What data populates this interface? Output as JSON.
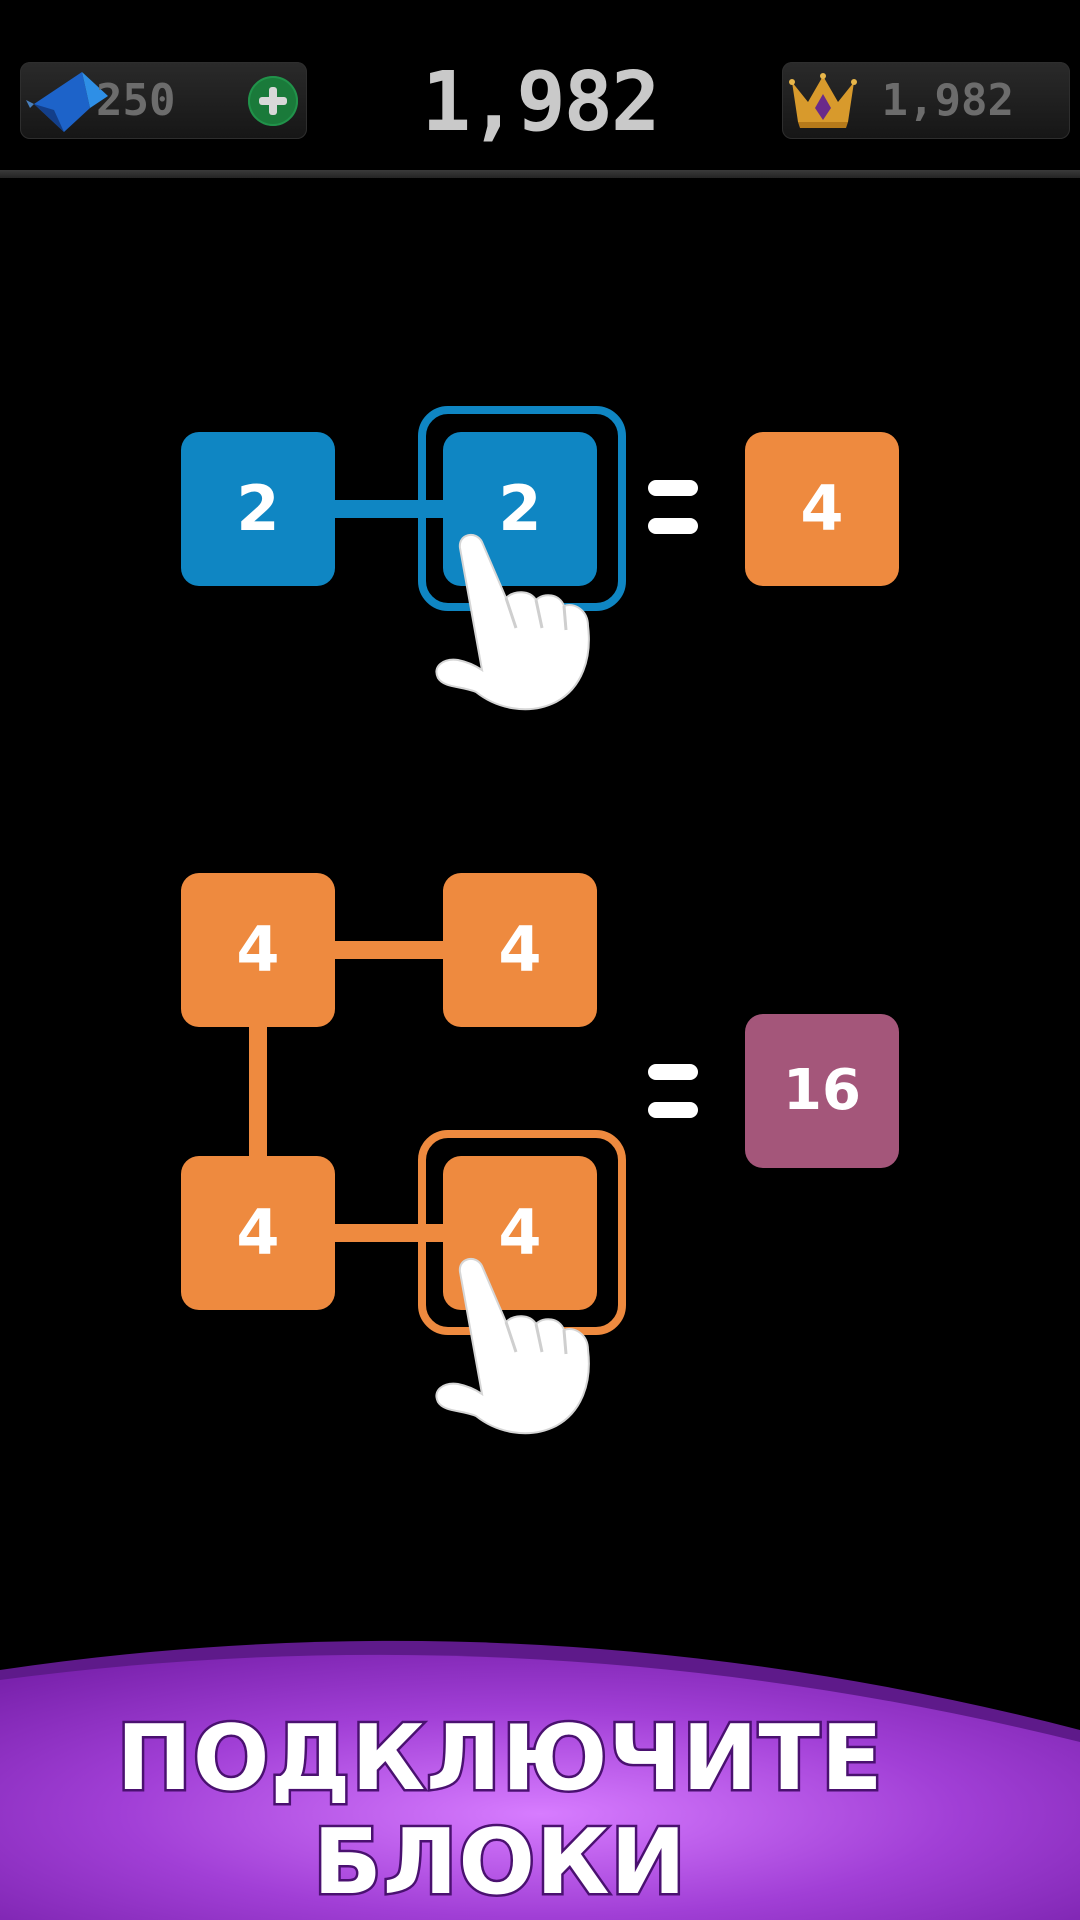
{
  "hud": {
    "gems": "250",
    "score": "1,982",
    "best": "1,982",
    "icons": {
      "gems": "gem-icon",
      "add": "plus-icon",
      "best": "crown-icon"
    }
  },
  "tutorial": {
    "example_1": {
      "tiles": [
        "2",
        "2"
      ],
      "result": "4"
    },
    "example_2": {
      "tiles": [
        "4",
        "4",
        "4",
        "4"
      ],
      "result": "16"
    }
  },
  "banner": {
    "line_1": "ПОДКЛЮЧИТЕ",
    "line_2": "БЛОКИ"
  },
  "colors": {
    "tile_2": "#0f86c3",
    "tile_4": "#ee8a3f",
    "tile_16": "#a4567a",
    "banner": "#a13fd6",
    "add_button": "#1a7a3a"
  }
}
